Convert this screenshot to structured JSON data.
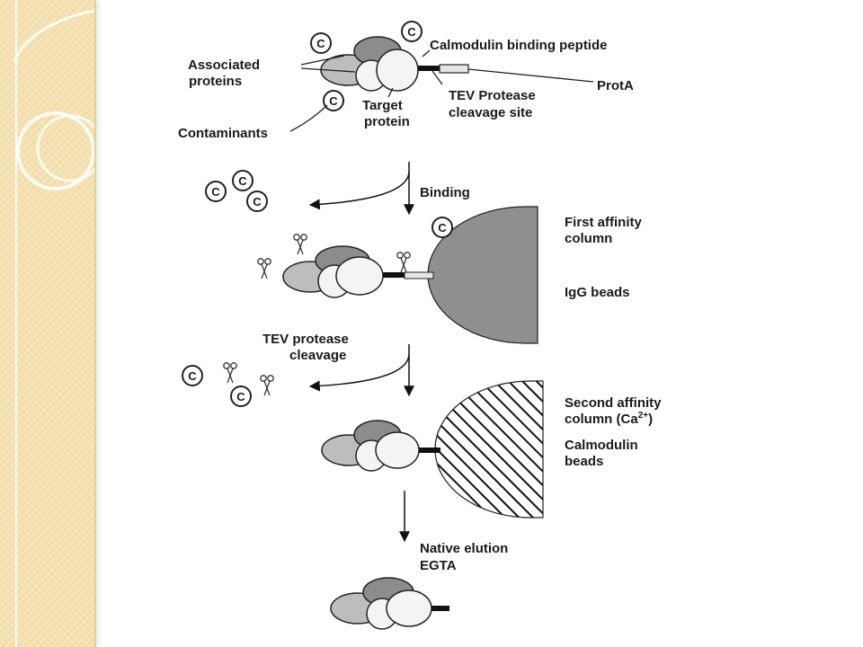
{
  "colors": {
    "side_panel": "#f5e1b0",
    "dark_subunit": "#8c8c8c",
    "light_subunit": "#bdbdbd",
    "white_subunit": "#f4f4f4",
    "igg_beads": "#8f8f8f"
  },
  "labels": {
    "calmodulin_binding_peptide": "Calmodulin  binding   peptide",
    "associated_proteins_1": "Associated",
    "associated_proteins_2": "proteins",
    "prota": "ProtA",
    "target_protein_1": "Target",
    "target_protein_2": "protein",
    "tev_site_1": "TEV  Protease",
    "tev_site_2": "cleavage site",
    "contaminants": "Contaminants",
    "binding": "Binding",
    "first_column_1": "First affinity",
    "first_column_2": "column",
    "igg_beads": "IgG beads",
    "tev_cleavage_1": "TEV  protease",
    "tev_cleavage_2": "cleavage",
    "second_column_1": "Second affinity",
    "second_column_2": "column (Ca",
    "second_column_sup": "2+",
    "second_column_3": ")",
    "calmodulin_beads_1": "Calmodulin",
    "calmodulin_beads_2": "beads",
    "native_elution_1": "Native elution",
    "egta": "EGTA",
    "contaminant_mark": "C"
  }
}
